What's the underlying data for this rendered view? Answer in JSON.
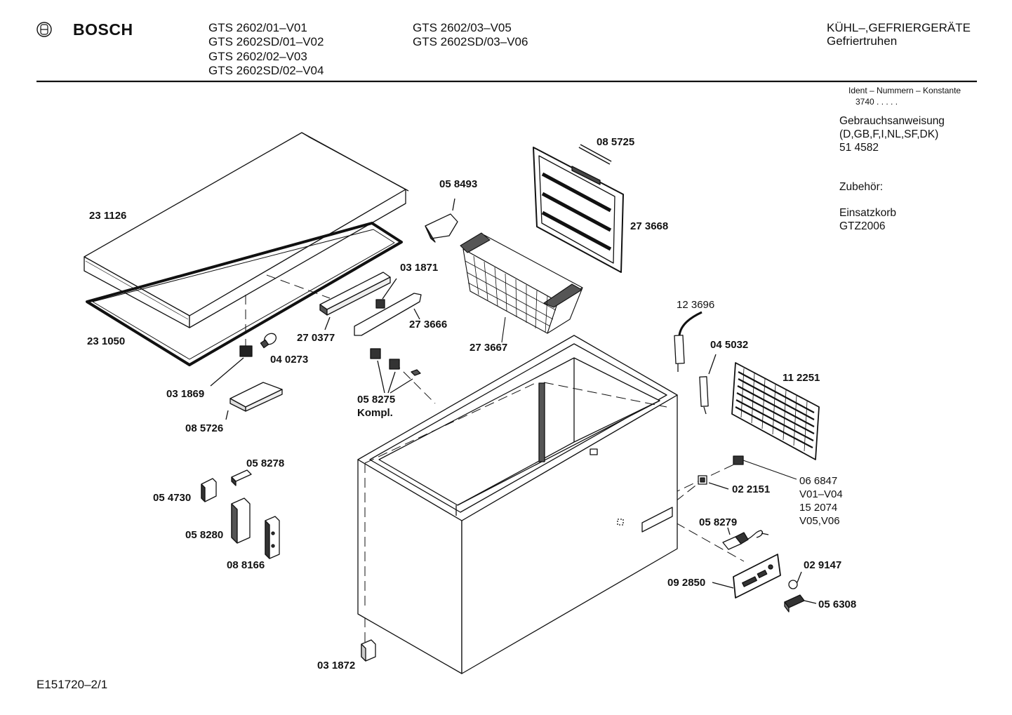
{
  "header": {
    "brand": "BOSCH",
    "models_col1": [
      "GTS 2602/01–V01",
      "GTS 2602SD/01–V02",
      "GTS 2602/02–V03",
      "GTS 2602SD/02–V04"
    ],
    "models_col2": [
      "GTS 2602/03–V05",
      "GTS 2602SD/03–V06"
    ],
    "category": "KÜHL–,GEFRIERGERÄTE",
    "subcategory": "Gefriertruhen"
  },
  "side_panel": {
    "ident_label": "Ident – Nummern – Konstante",
    "ident_value": "3740  .  .  .  .  .",
    "manual_title": "Gebrauchsanweisung",
    "manual_langs": "(D,GB,F,I,NL,SF,DK)",
    "manual_number": "51 4582",
    "accessories_title": "Zubehör:",
    "accessory_name": "Einsatzkorb",
    "accessory_code": "GTZ2006"
  },
  "parts": {
    "lid": "23 1126",
    "lid_seal": "23 1050",
    "switch_031869": "03 1869",
    "bulb": "04 0273",
    "tray": "08 5726",
    "lamp_holder": "27 0377",
    "clip_031871": "03 1871",
    "handle_strip": "27 3666",
    "hinge_cap": "05 8493",
    "basket": "27 3667",
    "divider": "27 3668",
    "rod": "08 5725",
    "kit": "05 8275",
    "kit_suffix": "Kompl.",
    "cover_058278": "05 8278",
    "cover_054730": "05 4730",
    "hinge_058280": "05 8280",
    "hinge_088166": "08 8166",
    "sensor_123696": "12 3696",
    "tube_045032": "04 5032",
    "grille": "11 2251",
    "connector_066847": "06 6847",
    "variant_1": "V01–V04",
    "connector_152074": "15 2074",
    "variant_2": "V05,V06",
    "clip_022151": "02 2151",
    "thermostat": "05 8279",
    "panel": "09 2850",
    "knob": "02 9147",
    "switch_056308": "05 6308",
    "foot": "03 1872"
  },
  "footer": {
    "drawing_number": "E151720–2/1"
  }
}
